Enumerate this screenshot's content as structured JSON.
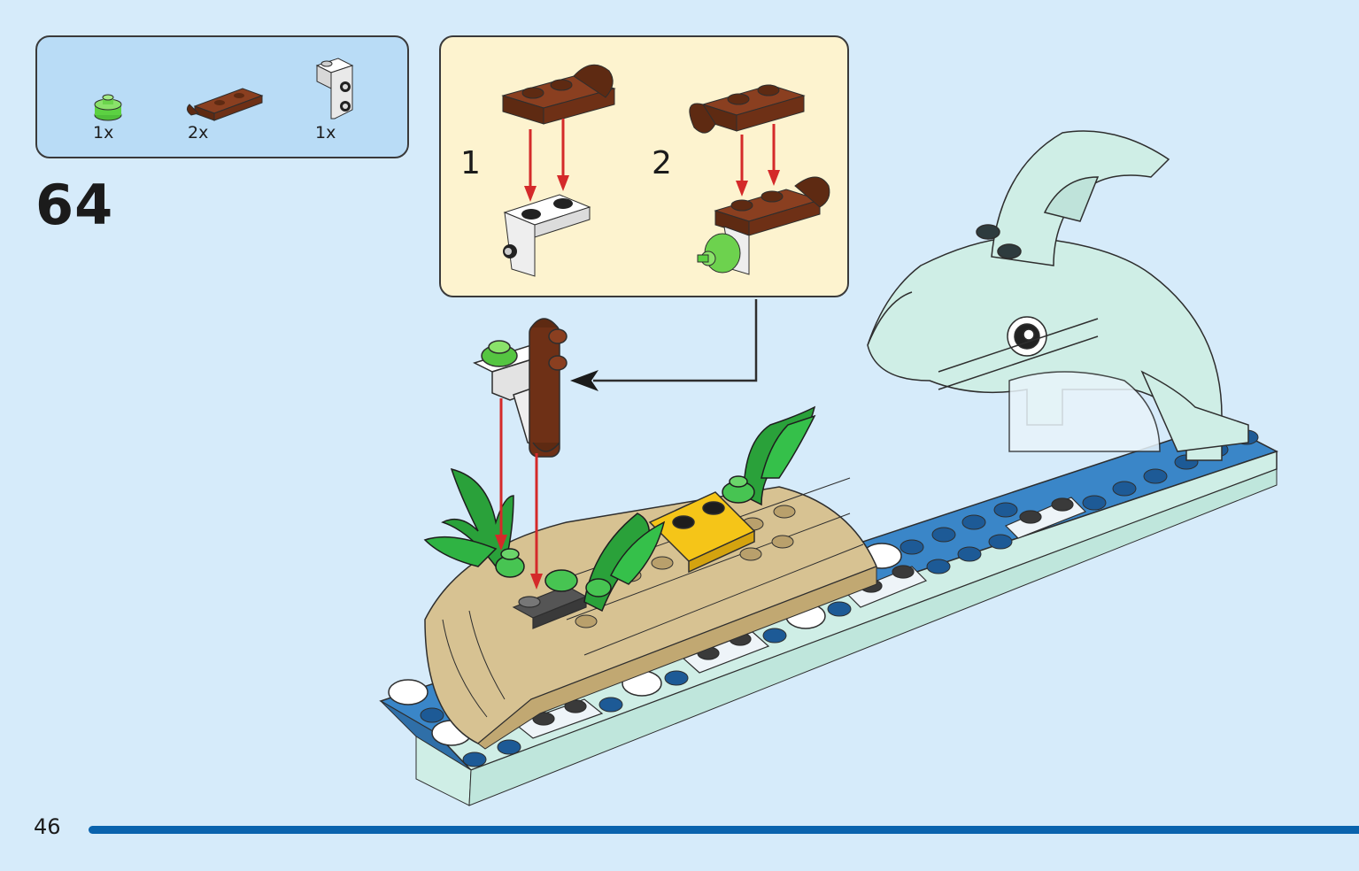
{
  "parts": [
    {
      "qty": "1x",
      "icon": "green-round-plate-icon"
    },
    {
      "qty": "2x",
      "icon": "brown-hinge-plate-icon"
    },
    {
      "qty": "1x",
      "icon": "white-bracket-icon"
    }
  ],
  "step": "64",
  "callout": {
    "substeps": [
      "1",
      "2"
    ]
  },
  "page_number": "46",
  "colors": {
    "background": "#d6ebfa",
    "parts_box": "#b9dcf6",
    "callout": "#fdf3cf",
    "page_bar": "#0a63ad",
    "arrow": "#d42a2a"
  }
}
